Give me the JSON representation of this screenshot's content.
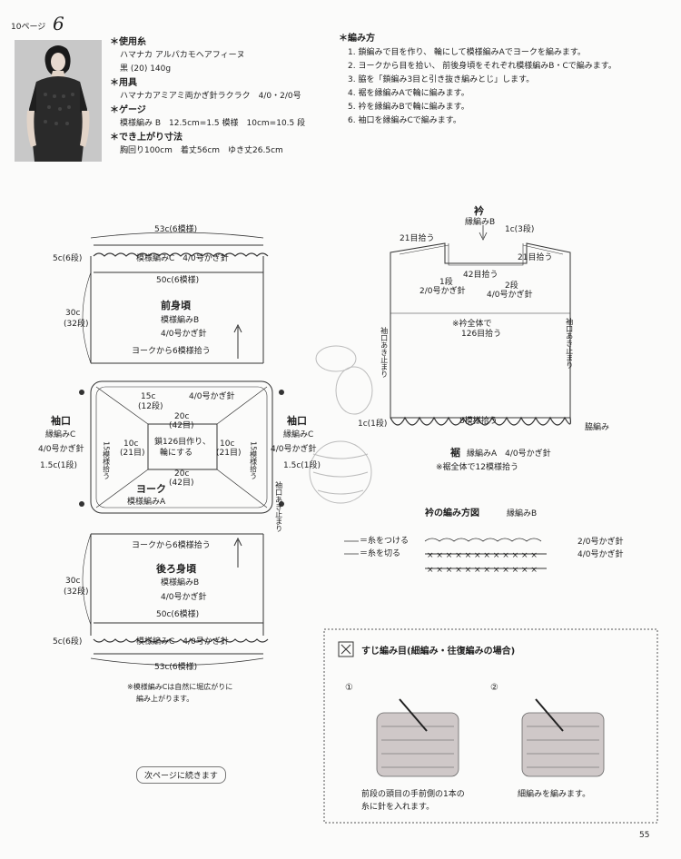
{
  "header": {
    "page_ref": "10ページ",
    "number": "6"
  },
  "materials": {
    "yarn_title": "＊使用糸",
    "yarn": "ハマナカ アルパカモヘアフィーヌ",
    "yarn_color": "黒 (20) 140g",
    "tools_title": "＊用具",
    "tools": "ハマナカアミアミ両かぎ針ラクラク　4/0・2/0号",
    "gauge_title": "＊ゲージ",
    "gauge": "模様編み B　12.5cm=1.5 模様　10cm=10.5 段",
    "size_title": "＊でき上がり寸法",
    "size": "胸回り100cm　着丈56cm　ゆき丈26.5cm"
  },
  "instructions": {
    "title": "＊編み方",
    "steps": [
      "1. 鎖編みで目を作り、 輪にして模様編みAでヨークを編みます。",
      "2. ヨークから目を拾い、 前後身頃をそれぞれ模様編みB・Cで編みます。",
      "3. 脇を「鎖編み3目と引き抜き編みとじ」します。",
      "4. 裾を縁編みAで輪に編みます。",
      "5. 衿を縁編みBで輪に編みます。",
      "6. 袖口を縁編みCで編みます。"
    ]
  },
  "front": {
    "top_width": "53c(6模様)",
    "edge": "模様編みC　4/0号かぎ針",
    "inner_width": "50c(6模様)",
    "left_edge": "5c(6段)",
    "height": "30c",
    "rows": "(32段)",
    "title": "前身頃",
    "pattern": "模様編みB",
    "hook": "4/0号かぎ針",
    "pickup": "ヨークから6模様拾う"
  },
  "yoke": {
    "title": "ヨーク",
    "pattern": "模様編みA",
    "s15": "15c",
    "s12": "(12段)",
    "hook": "4/0号かぎ針",
    "w20": "20c",
    "w42": "(42目)",
    "w10": "10c",
    "w21": "(21目)",
    "center": "鎖126目作り、",
    "center2": "輪にする",
    "side_left": "15模様拾う",
    "side_right": "15模様拾う"
  },
  "sleeve": {
    "label": "袖口",
    "edge": "縁編みC",
    "hook": "4/0号かぎ針",
    "size": "1.5c(1段)",
    "side_note": "袖口あき止まり"
  },
  "back": {
    "pickup": "ヨークから6模様拾う",
    "title": "後ろ身頃",
    "pattern": "模様編みB",
    "hook": "4/0号かぎ針",
    "inner_width": "50c(6模様)",
    "edge": "模様編みC　4/0号かぎ針",
    "bottom_width": "53c(6模様)",
    "left_edge": "5c(6段)",
    "height": "30c",
    "rows": "(32段)",
    "note1": "※模様編みCは自然に堀広がりに",
    "note2": "編み上がります。"
  },
  "assembly": {
    "collar": "衿",
    "collar_edge": "縁編みB",
    "r21a": "21目拾う",
    "r1c": "1c(3段)",
    "r21b": "21目拾う",
    "r42": "42目拾う",
    "step1": "1段",
    "step1hook": "2/0号かぎ針",
    "step2": "2段",
    "step2hook": "4/0号かぎ針",
    "total1": "※衿全体で",
    "total2": "126目拾う",
    "sleeve_open_l": "袖口あき止まり",
    "sleeve_open_r": "袖口あき止まり",
    "r1c1": "1c(1段)",
    "pick8": "8模様拾う",
    "side_seam": "脇編み",
    "hem": "裾",
    "hem_edge": "縁編みA　4/0号かぎ針",
    "hem_total": "※裾全体で12模様拾う"
  },
  "collar_chart": {
    "title": "衿の編み方図",
    "subtitle": "縁編みB",
    "key_attach": "＝糸をつける",
    "key_cut": "＝糸を切る",
    "hook2": "2/0号かぎ針",
    "hook4": "4/0号かぎ針"
  },
  "technique": {
    "title": "すじ編み目(細編み・往復編みの場合)",
    "step1_no": "①",
    "step1_text1": "前段の頭目の手前側の1本の",
    "step1_text2": "糸に針を入れます。",
    "step2_no": "②",
    "step2_text": "細編みを編みます。"
  },
  "footer": {
    "next": "次ページに続きます",
    "page_no": "55"
  }
}
